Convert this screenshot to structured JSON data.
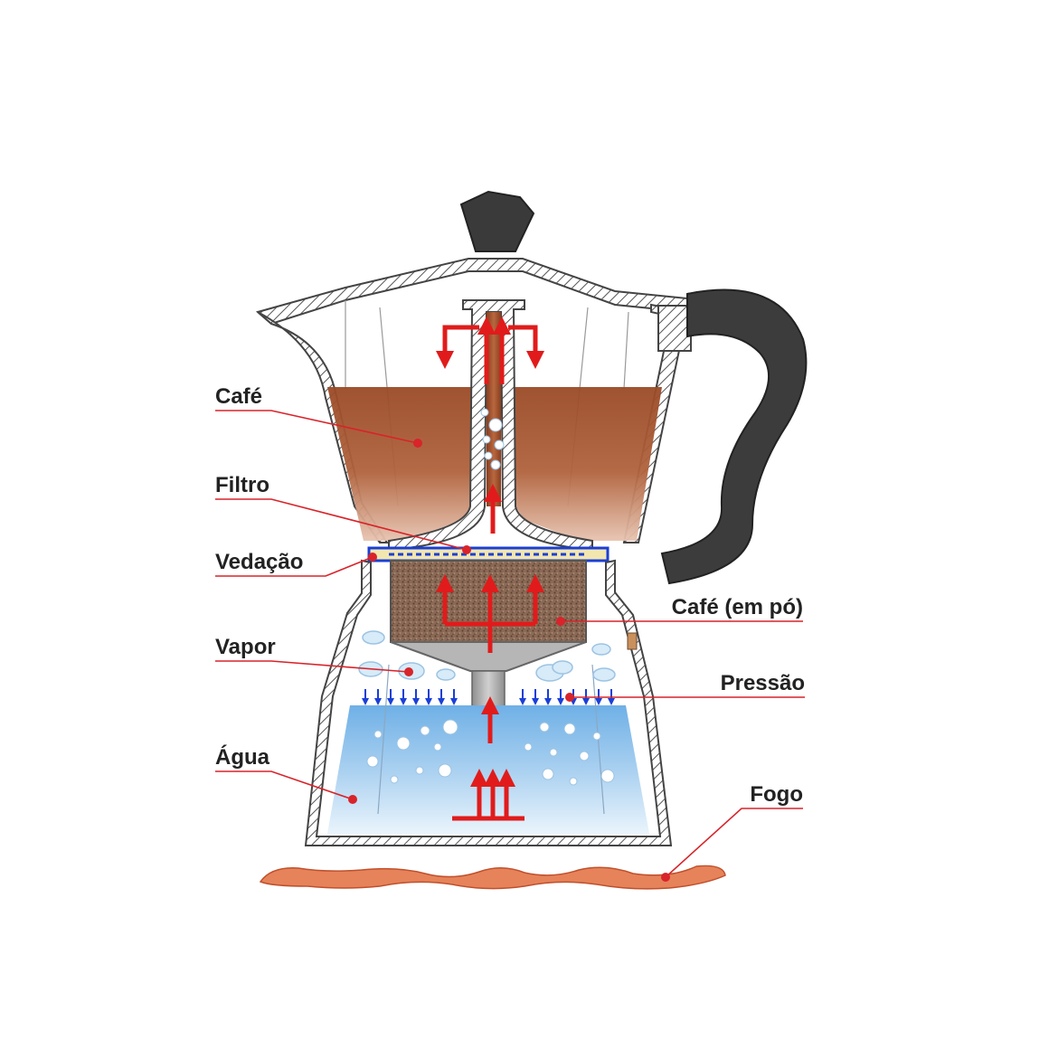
{
  "labels": {
    "cafe": "Café",
    "filtro": "Filtro",
    "vedacao": "Vedação",
    "vapor": "Vapor",
    "agua": "Água",
    "cafe_em_po": "Café (em pó)",
    "pressao": "Pressão",
    "fogo": "Fogo"
  },
  "colors": {
    "coffee": "#a5512c",
    "coffee_light": "#d8a48a",
    "water": "#7fb8e8",
    "water_light": "#e3f0fb",
    "grounds": "#7a5a48",
    "arrow_red": "#e11b1b",
    "pressure_blue": "#1a3fd6",
    "handle": "#3a3a3a",
    "wall": "#555555",
    "leader": "#d8242a",
    "flame": "#d9603a"
  },
  "icons": {
    "arrows": "flow-arrow-icon",
    "bubbles": "bubble-icon",
    "steam": "steam-cloud-icon"
  }
}
